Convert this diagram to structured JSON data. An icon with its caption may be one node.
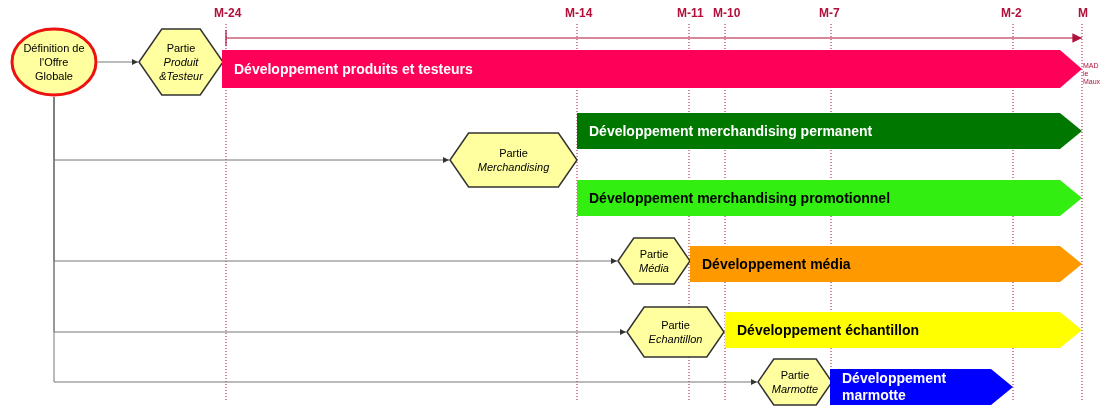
{
  "diagram": {
    "nodes": [
      {
        "text": [
          "Définition de l'Offre Globale"
        ]
      },
      {
        "text": [
          "Partie",
          "Produit &Testeur"
        ]
      },
      {
        "text": [
          "Partie",
          "Merchandising"
        ]
      },
      {
        "text": [
          "Partie",
          "Média"
        ]
      },
      {
        "text": [
          "Partie",
          "Echantillon"
        ]
      },
      {
        "text": [
          "Partie",
          "Marmotte"
        ]
      },
      {
        "text": [
          "Développement produits et testeurs"
        ],
        "beside": [
          "MAD le Maux"
        ]
      },
      {
        "text": [
          "Développement merchandising permanent"
        ]
      },
      {
        "text": [
          "Développement merchandising promotionnel"
        ]
      },
      {
        "text": [
          "Développement média"
        ]
      },
      {
        "text": [
          "Développement échantillon"
        ]
      },
      {
        "text": [
          "Développement marmotte"
        ]
      }
    ],
    "edges": [
      {
        "from": 0,
        "to": 1,
        "arrow": "to"
      },
      {
        "from": 0,
        "to": 2,
        "arrow": "to"
      },
      {
        "from": 0,
        "to": 3,
        "arrow": "to"
      },
      {
        "from": 0,
        "to": 4,
        "arrow": "to"
      },
      {
        "from": 0,
        "to": 5,
        "arrow": "to"
      }
    ],
    "labels": [
      "M-24",
      "M-14",
      "M-11",
      "M-10",
      "M-7",
      "M-2",
      "M"
    ]
  }
}
